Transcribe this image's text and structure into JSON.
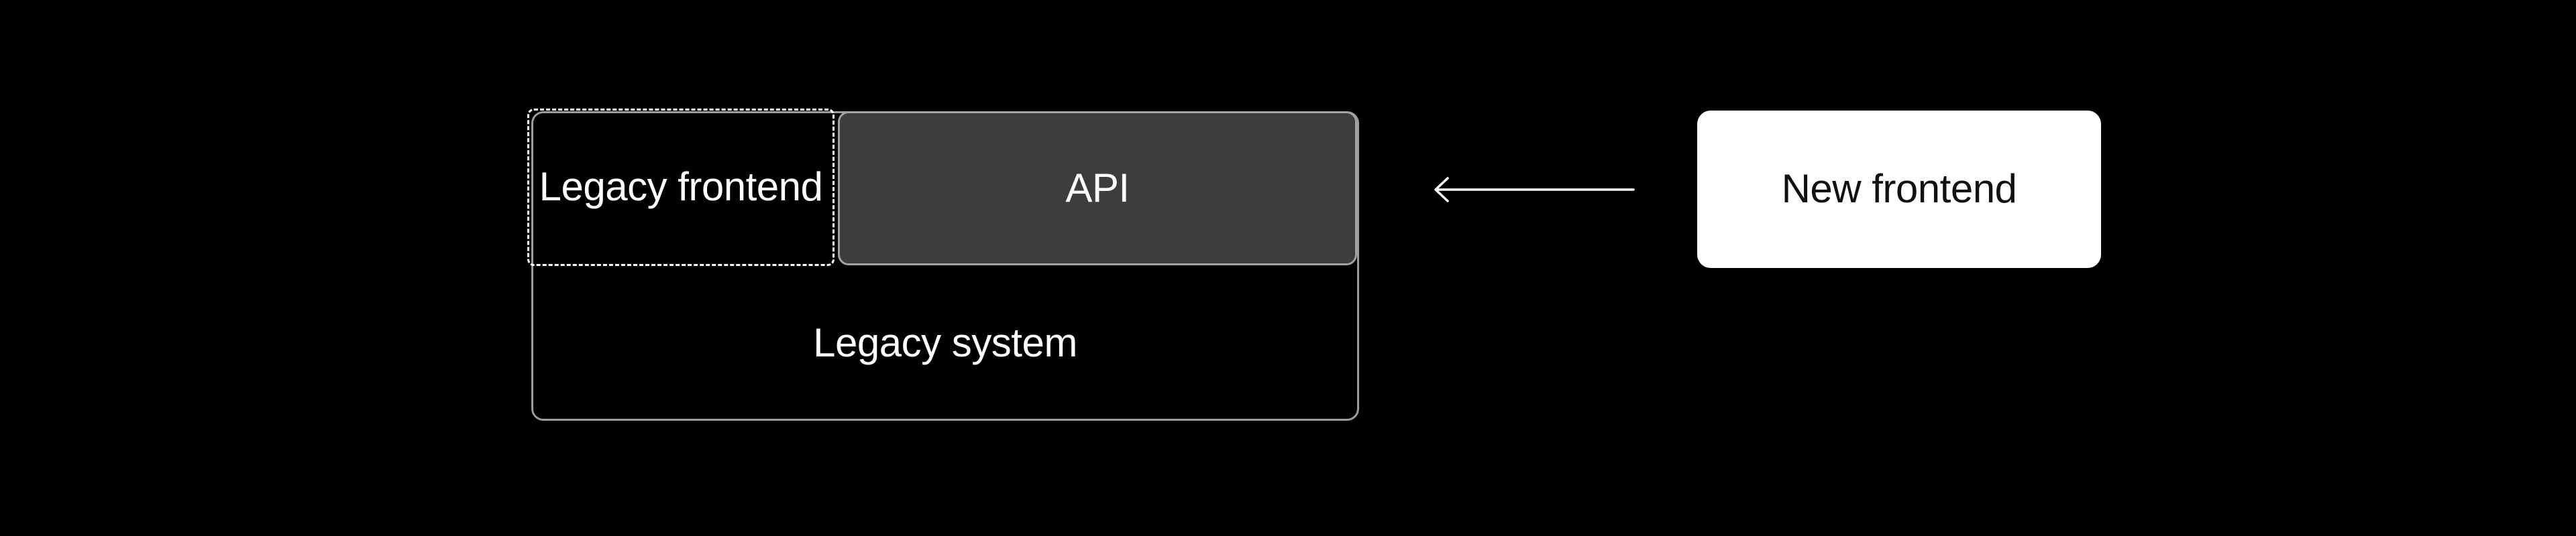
{
  "colors": {
    "background": "#000000",
    "outline_gray": "#9c9c9c",
    "api_border": "#a2a2a2",
    "api_fill": "#3d3d3d",
    "white": "#ffffff",
    "text_dark": "#111111"
  },
  "diagram": {
    "legacy_system": {
      "label": "Legacy system"
    },
    "legacy_frontend": {
      "label": "Legacy frontend"
    },
    "api": {
      "label": "API"
    },
    "new_frontend": {
      "label": "New frontend"
    },
    "arrow": {
      "direction": "left",
      "color": "#ffffff",
      "from": "New frontend",
      "to": "API"
    }
  }
}
